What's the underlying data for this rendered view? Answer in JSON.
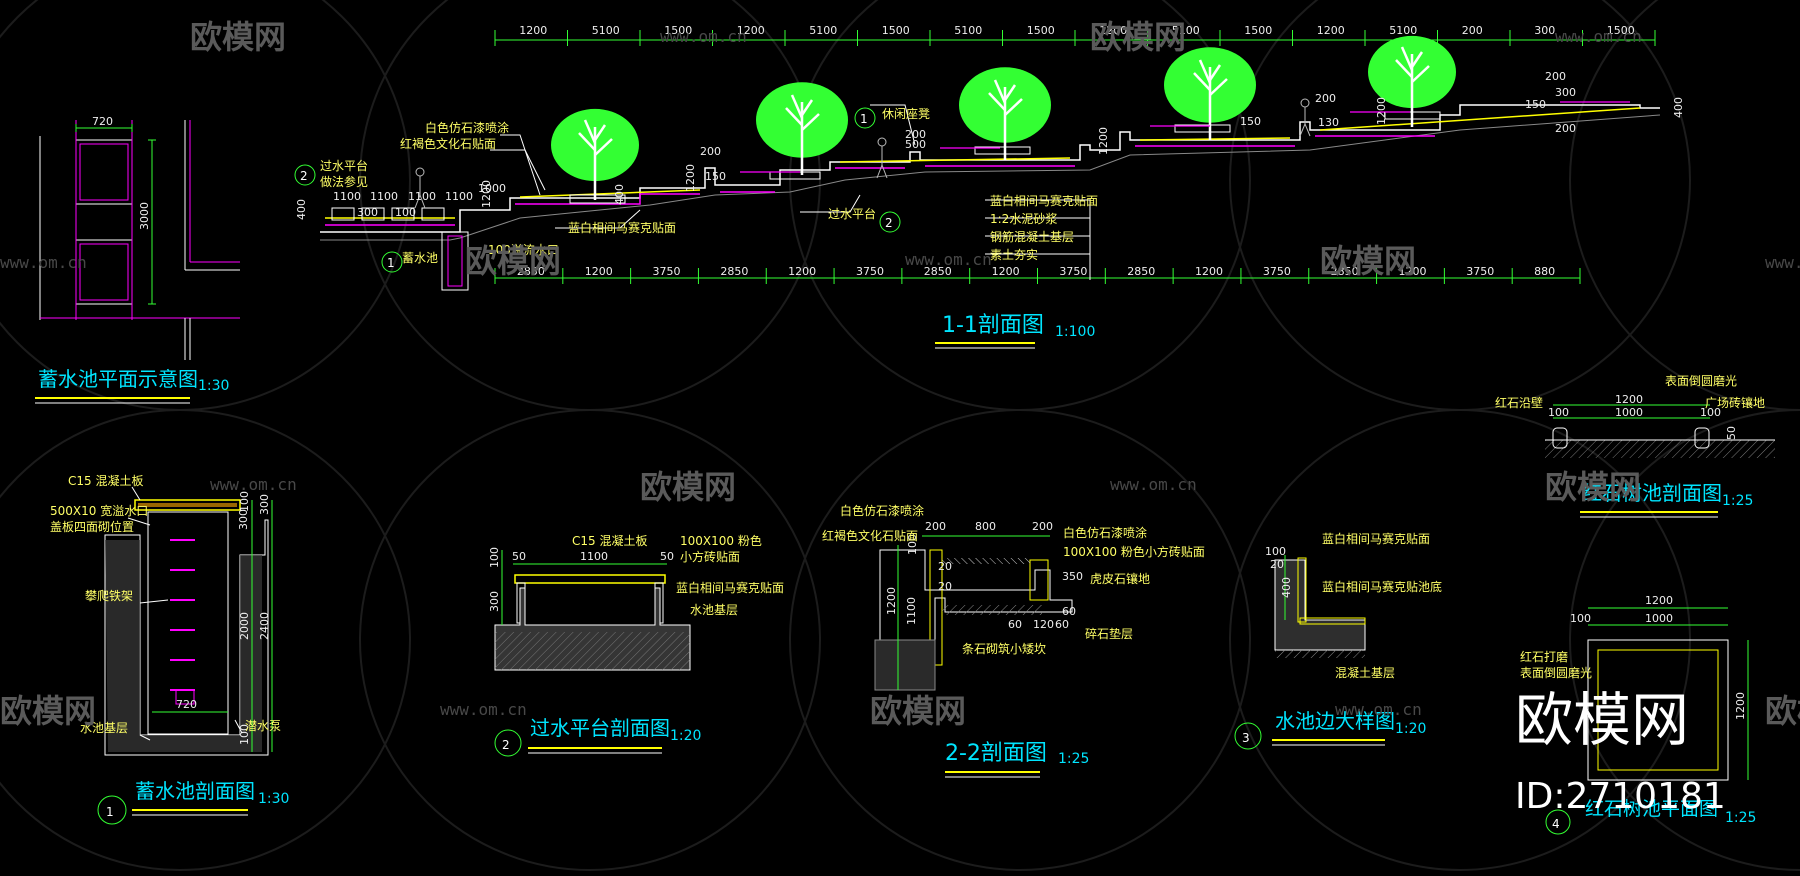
{
  "watermark": {
    "brand": "欧模网",
    "site": "www.om.cn",
    "big_brand": "欧模网",
    "id_text": "ID:2710181"
  },
  "section_1_1": {
    "title": "1-1剖面图",
    "scale": "1:100",
    "top_dims": [
      "1200",
      "5100",
      "1500",
      "1200",
      "5100",
      "1500",
      "5100",
      "1500",
      "1200",
      "5100",
      "1500",
      "1200",
      "5100",
      "200",
      "300",
      "1500"
    ],
    "bottom_dims": [
      "2850",
      "1200",
      "3750",
      "2850",
      "1200",
      "3750",
      "2850",
      "1200",
      "3750",
      "2850",
      "1200",
      "3750",
      "2850",
      "1200",
      "3750",
      "880"
    ],
    "level_dims": [
      "400",
      "1000",
      "1200",
      "1200",
      "1200",
      "1200",
      "200",
      "500",
      "200",
      "150",
      "150",
      "200",
      "130",
      "150",
      "400",
      "200",
      "200",
      "300",
      "300",
      "1100",
      "1100",
      "1100",
      "1100",
      "100",
      "400"
    ],
    "labels": [
      "白色仿石漆喷涂",
      "红褐色文化石贴面",
      "过水平台",
      "做法参见",
      "蓄水池",
      "100溢流水口",
      "蓝白相间马赛克贴面",
      "过水平台",
      "休闲座凳",
      "蓝白相间马赛克贴面",
      "1:2水泥砂浆",
      "钢筋混凝土基层",
      "素土夯实"
    ],
    "callouts": [
      "2",
      "1",
      "2",
      "1"
    ]
  },
  "pool_plan": {
    "title": "蓄水池平面示意图",
    "scale": "1:30",
    "dims": [
      "720",
      "3000"
    ]
  },
  "pool_section": {
    "title": "蓄水池剖面图",
    "scale": "1:30",
    "number": "1",
    "dims": [
      "300",
      "2400",
      "2000",
      "720",
      "100",
      "100",
      "300"
    ],
    "labels": [
      "C15 混凝土板",
      "500X10 宽溢水口",
      "盖板四面砌位置",
      "攀爬铁架",
      "水池基层",
      "潜水泵"
    ]
  },
  "platform_section": {
    "title": "过水平台剖面图",
    "scale": "1:20",
    "number": "2",
    "dims": [
      "50",
      "1100",
      "50",
      "100",
      "300"
    ],
    "labels": [
      "C15 混凝土板",
      "100X100 粉色",
      "小方砖贴面",
      "蓝白相间马赛克贴面",
      "水池基层"
    ]
  },
  "section_2_2": {
    "title": "2-2剖面图",
    "scale": "1:25",
    "dims": [
      "200",
      "800",
      "200",
      "100",
      "1200",
      "1100",
      "20",
      "20",
      "350",
      "60",
      "120",
      "60",
      "60"
    ],
    "labels": [
      "白色仿石漆喷涂",
      "红褐色文化石贴面",
      "白色仿石漆喷涂",
      "100X100 粉色小方砖贴面",
      "虎皮石镶地",
      "碎石垫层",
      "条石砌筑小矮坎"
    ]
  },
  "pool_edge": {
    "title": "水池边大样图",
    "scale": "1:20",
    "number": "3",
    "dims": [
      "100",
      "20",
      "400"
    ],
    "labels": [
      "蓝白相间马赛克贴面",
      "蓝白相间马赛克贴池底",
      "混凝土基层"
    ]
  },
  "tree_pit_section": {
    "title": "红石树池剖面图",
    "scale": "1:25",
    "dims": [
      "1200",
      "100",
      "1000",
      "100",
      "50"
    ],
    "labels": [
      "红石沿壁",
      "表面倒圆磨光",
      "广场砖镶地"
    ]
  },
  "tree_pit_plan": {
    "title": "红石树池平面图",
    "scale": "1:25",
    "number": "4",
    "dims": [
      "1200",
      "100",
      "1000",
      "1200"
    ],
    "labels": [
      "红石打磨",
      "表面倒圆磨光"
    ]
  },
  "colors": {
    "dim": "#33ff33",
    "magenta": "#ff00ff",
    "cyan": "#00e5ff",
    "yellow": "#ffff00",
    "tree": "#33ff33",
    "bg": "#000000"
  }
}
